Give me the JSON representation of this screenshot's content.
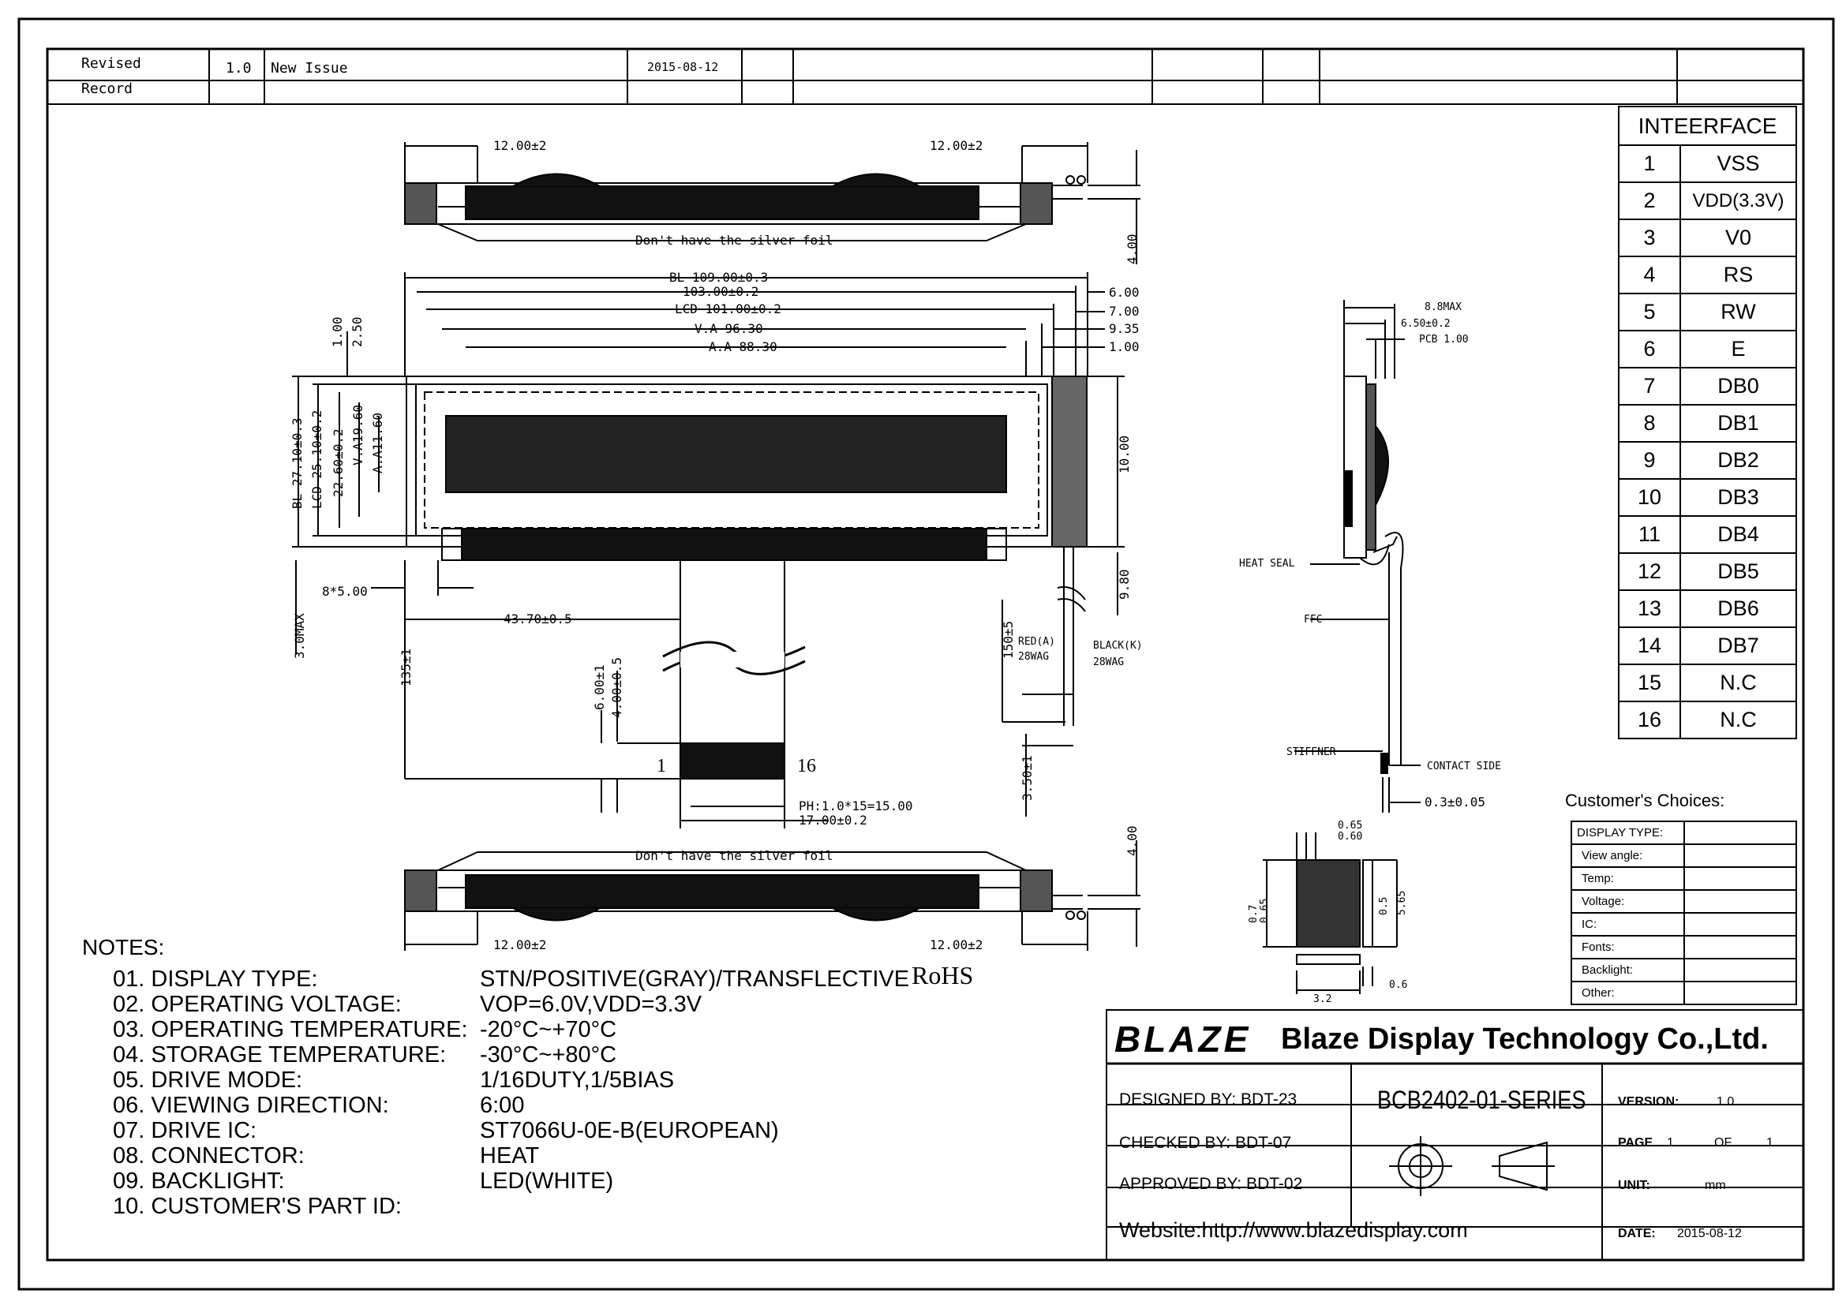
{
  "revision": {
    "label_line1": "Revised",
    "label_line2": "Record",
    "version": "1.0",
    "description": "New Issue",
    "date": "2015-08-12"
  },
  "interface": {
    "title": "INTEERFACE",
    "pins": [
      {
        "no": "1",
        "name": "VSS"
      },
      {
        "no": "2",
        "name": "VDD(3.3V)"
      },
      {
        "no": "3",
        "name": "V0"
      },
      {
        "no": "4",
        "name": "RS"
      },
      {
        "no": "5",
        "name": "RW"
      },
      {
        "no": "6",
        "name": "E"
      },
      {
        "no": "7",
        "name": "DB0"
      },
      {
        "no": "8",
        "name": "DB1"
      },
      {
        "no": "9",
        "name": "DB2"
      },
      {
        "no": "10",
        "name": "DB3"
      },
      {
        "no": "11",
        "name": "DB4"
      },
      {
        "no": "12",
        "name": "DB5"
      },
      {
        "no": "13",
        "name": "DB6"
      },
      {
        "no": "14",
        "name": "DB7"
      },
      {
        "no": "15",
        "name": "N.C"
      },
      {
        "no": "16",
        "name": "N.C"
      }
    ]
  },
  "choices": {
    "title": "Customer's Choices:",
    "rows": [
      "DISPLAY TYPE:",
      "View angle:",
      "Temp:",
      "Voltage:",
      "IC:",
      "Fonts:",
      "Backlight:",
      "Other:"
    ]
  },
  "notes": {
    "title": "NOTES:",
    "items": [
      {
        "label": "01. DISPLAY TYPE:",
        "value": "STN/POSITIVE(GRAY)/TRANSFLECTIVE"
      },
      {
        "label": "02. OPERATING VOLTAGE:",
        "value": "VOP=6.0V,VDD=3.3V"
      },
      {
        "label": "03. OPERATING TEMPERATURE:",
        "value": "-20°C~+70°C"
      },
      {
        "label": "04. STORAGE TEMPERATURE:",
        "value": "-30°C~+80°C"
      },
      {
        "label": "05. DRIVE MODE:",
        "value": "1/16DUTY,1/5BIAS"
      },
      {
        "label": "06. VIEWING DIRECTION:",
        "value": "6:00"
      },
      {
        "label": "07. DRIVE IC:",
        "value": "ST7066U-0E-B(EUROPEAN)"
      },
      {
        "label": "08. CONNECTOR:",
        "value": "HEAT"
      },
      {
        "label": "09. BACKLIGHT:",
        "value": "LED(WHITE)"
      },
      {
        "label": "10. CUSTOMER'S PART ID:",
        "value": ""
      }
    ],
    "rohs": "RoHS"
  },
  "title_block": {
    "logo": "BLAZE",
    "company": "Blaze Display Technology Co.,Ltd.",
    "designed": "DESIGNED BY: BDT-23",
    "checked": "CHECKED BY: BDT-07",
    "approved": "APPROVED BY: BDT-02",
    "part_no": "BCB2402-01-SERIES",
    "version_label": "VERSION:",
    "version": "1.0",
    "page_label": "PAGE",
    "page_no": "1",
    "of_label": "OF",
    "page_total": "1",
    "unit_label": "UNIT:",
    "unit": "mm",
    "date_label": "DATE:",
    "date": "2015-08-12",
    "website": "Website:http://www.blazedisplay.com"
  },
  "dimensions": {
    "top_left_12": "12.00±2",
    "top_right_12": "12.00±2",
    "bot_left_12": "12.00±2",
    "bot_right_12": "12.00±2",
    "silver_foil_top": "Don't have the silver foil",
    "silver_foil_bot": "Don't have the silver foil",
    "h_4_top": "4.00",
    "h_4_bot": "4.00",
    "bl_w": "BL 109.00±0.3",
    "w_103": "103.00±0.2",
    "lcd_w": "LCD 101.00±0.2",
    "va_w": "V.A 96.30",
    "aa_w": "A.A 88.30",
    "r_600": "6.00",
    "r_700": "7.00",
    "r_935": "9.35",
    "r_100": "1.00",
    "l_100": "1.00",
    "l_250": "2.50",
    "bl_h": "BL 27.10±0.3",
    "lcd_h": "LCD 25.10±0.2",
    "h_2260": "22.60±0.2",
    "va_h": "V.A19.60",
    "aa_h": "A.A11.60",
    "h_10": "10.00",
    "h_980": "9.80",
    "h_3max": "3.0MAX",
    "pitch_8x5": "8*5.00",
    "w_4370": "43.70±0.5",
    "h_135": "135±1",
    "h_600": "6.00±1",
    "h_400": "4.00±0.5",
    "h_150": "150±5",
    "h_350": "3.50±1",
    "red": "RED(A)",
    "red_awg": "28WAG",
    "black": "BLACK(K)",
    "black_awg": "28WAG",
    "pin1": "1",
    "pin16": "16",
    "ph": "PH:1.0*15=15.00",
    "w_17": "17.00±0.2",
    "side_88": "8.8MAX",
    "side_65": "6.50±0.2",
    "side_pcb": "PCB 1.00",
    "heat_seal": "HEAT SEAL",
    "ffc": "FFC",
    "stiffner": "STIFFNER",
    "contact": "CONTACT SIDE",
    "t_03": "0.3±0.05",
    "dot_065": "0.65",
    "dot_060": "0.60",
    "dot_07": "0.7",
    "dot_065b": "0.65",
    "dot_05": "0.5",
    "dot_565": "5.65",
    "dot_32": "3.2",
    "dot_06": "0.6"
  }
}
